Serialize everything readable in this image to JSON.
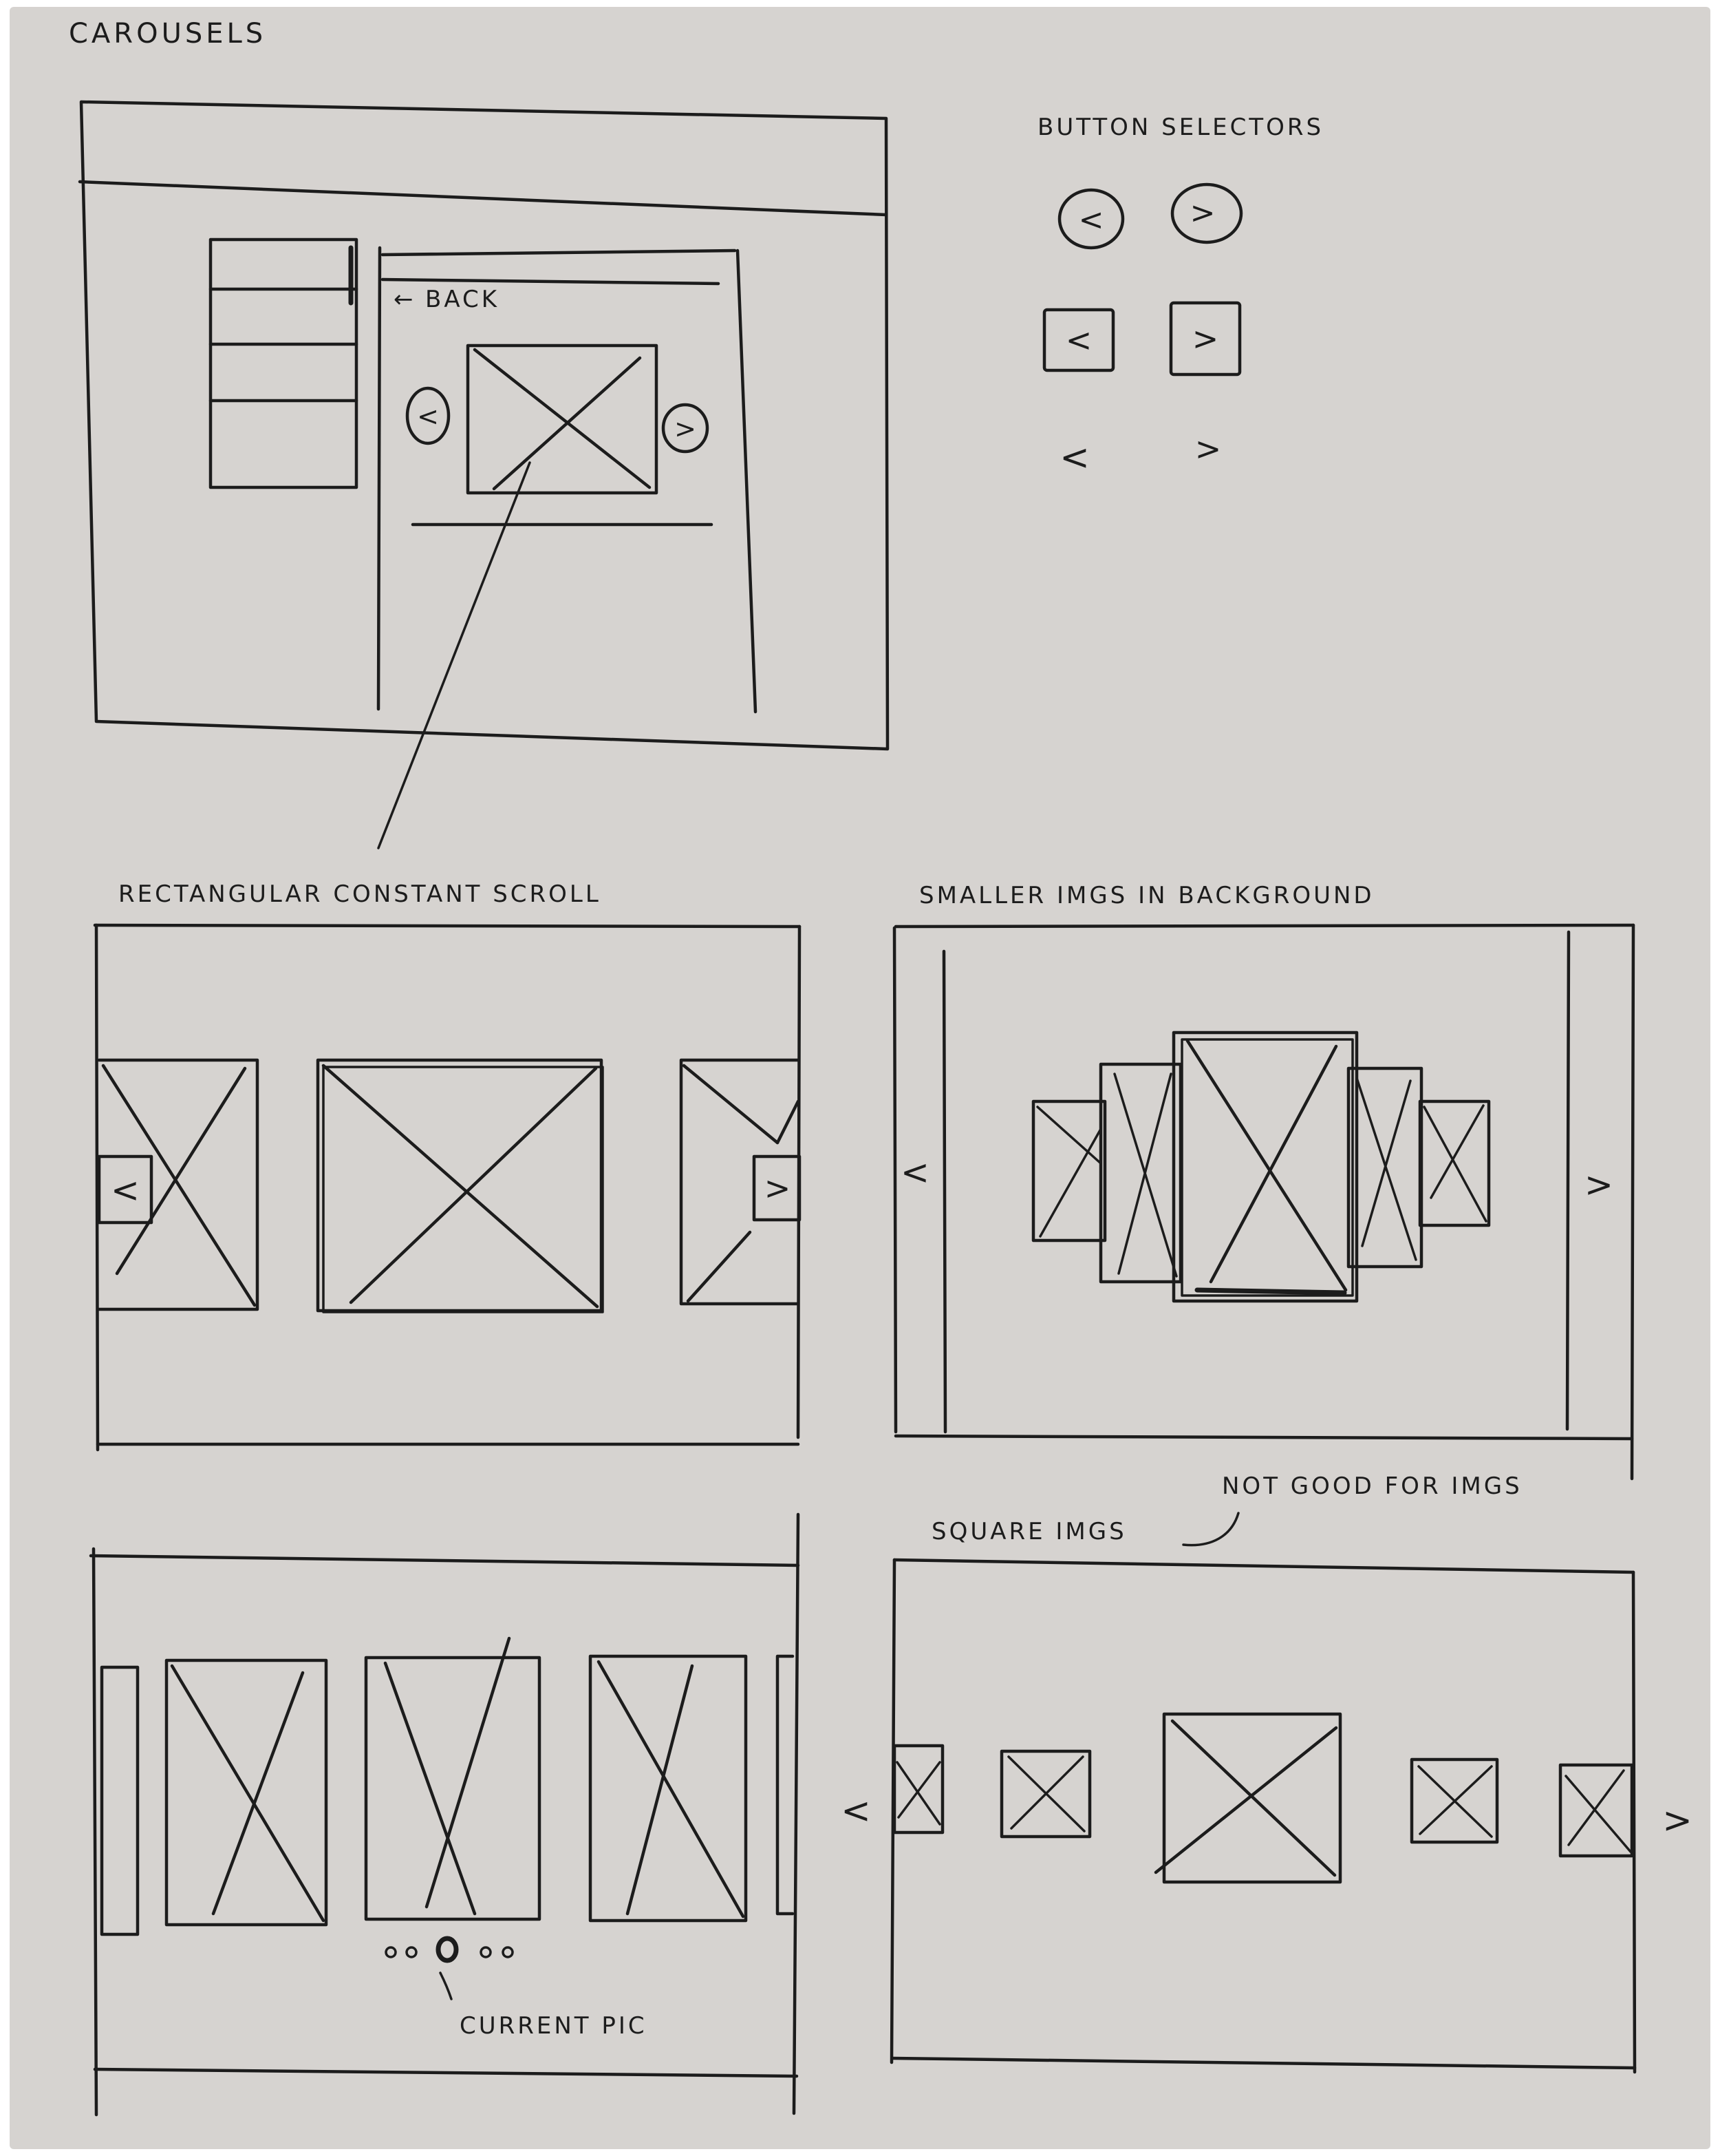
{
  "colors": {
    "paper": "#d6d3d0",
    "ink": "#1c1c1c",
    "background": "#ffffff"
  },
  "labels": {
    "title": "CAROUSELS",
    "button_selectors": "BUTTON SELECTORS",
    "back": "BACK",
    "rect_scroll": "RECTANGULAR CONSTANT SCROLL",
    "smaller_imgs": "SMALLER IMGS IN BACKGROUND",
    "not_good": "NOT GOOD FOR IMGS",
    "square_imgs": "SQUARE IMGS",
    "current_pic": "CURRENT PIC"
  },
  "glyphs": {
    "prev": "<",
    "next": ">",
    "back_arrow": "←"
  },
  "icons": {
    "prev": "chevron-left-icon",
    "next": "chevron-right-icon",
    "back": "arrow-left-icon",
    "placeholder": "image-placeholder-icon",
    "dot": "pagination-dot-icon"
  }
}
